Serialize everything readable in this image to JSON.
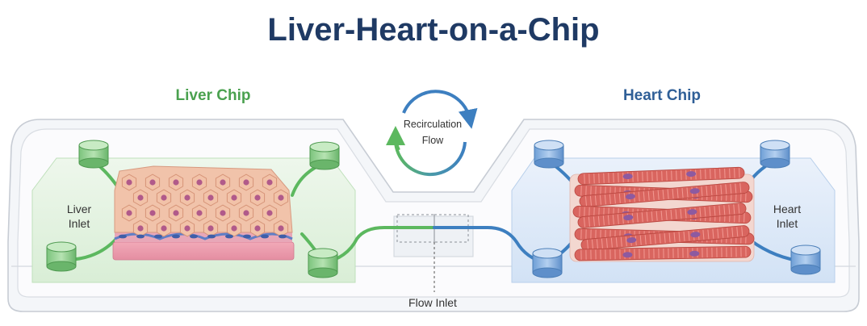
{
  "title": "Liver-Heart-on-a-Chip",
  "liver": {
    "heading": "Liver Chip",
    "inlet_line1": "Liver",
    "inlet_line2": "Inlet"
  },
  "heart": {
    "heading": "Heart Chip",
    "inlet_line1": "Heart",
    "inlet_line2": "Inlet"
  },
  "recirculation": {
    "line1": "Recirculation",
    "line2": "Flow"
  },
  "flow_inlet": "Flow Inlet",
  "colors": {
    "title": "#1f3a64",
    "liver_green": "#4aa14f",
    "heart_blue": "#2f5f97",
    "liver_cells": "#f2c2a8",
    "liver_nuclei": "#b15a8a",
    "heart_fibers": "#d9655f",
    "heart_nuclei": "#8d5aa0"
  }
}
